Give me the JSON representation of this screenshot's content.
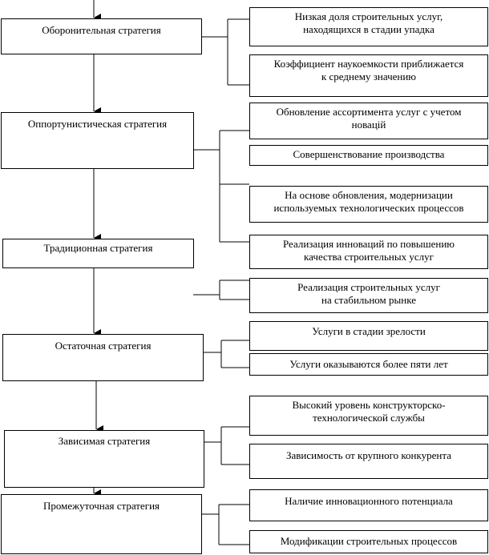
{
  "strategies": [
    {
      "label": "Оборонительная стратегия",
      "features": [
        "Низкая доля строительных услуг,\nнаходящихся в стадии упадка",
        "Коэффициент наукоемкости приближается\nк среднему значению"
      ]
    },
    {
      "label": "Оппортунистическая стратегия",
      "features": [
        "Обновление ассортимента услуг с учетом\nновацій",
        "Совершенствование производства",
        "На основе обновления, модернизации\nиспользуемых технологических процессов"
      ]
    },
    {
      "label": "Традиционная стратегия",
      "features": [
        "Реализация инноваций по повышению\nкачества строительных услуг",
        "Реализация строительных услуг\nна стабильном рынке"
      ]
    },
    {
      "label": "Остаточная стратегия",
      "features": [
        "Услуги в стадии зрелости",
        "Услуги оказываются более пяти лет"
      ]
    },
    {
      "label": "Зависимая стратегия",
      "features": [
        "Высокий уровень конструкторско-\nтехнологической службы",
        "Зависимость от крупного конкурента"
      ]
    },
    {
      "label": "Промежуточная стратегия",
      "features": [
        "Наличие инновационного потенциала",
        "Модификации строительных процессов"
      ]
    }
  ]
}
